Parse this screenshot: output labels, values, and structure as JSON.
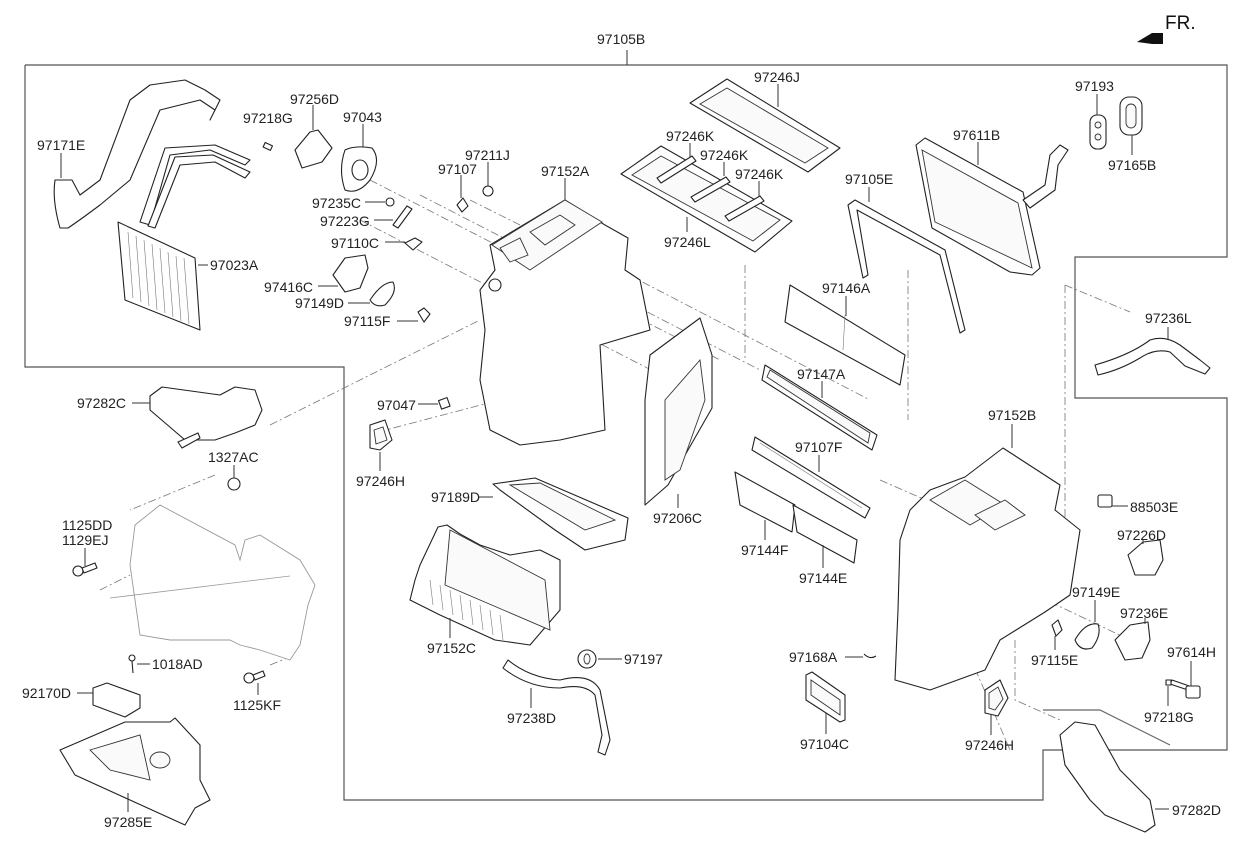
{
  "diagram": {
    "orientation_label": "FR.",
    "assembly_label": "97105B",
    "parts": {
      "p97171E": "97171E",
      "p97023A": "97023A",
      "p97218G_top": "97218G",
      "p97256D": "97256D",
      "p97043": "97043",
      "p97235C": "97235C",
      "p97223G": "97223G",
      "p97110C": "97110C",
      "p97416C": "97416C",
      "p97149D": "97149D",
      "p97115F": "97115F",
      "p97107": "97107",
      "p97211J": "97211J",
      "p97152A": "97152A",
      "p97246J": "97246J",
      "p97246K_1": "97246K",
      "p97246K_2": "97246K",
      "p97246K_3": "97246K",
      "p97246L": "97246L",
      "p97193": "97193",
      "p97165B": "97165B",
      "p97611B": "97611B",
      "p97105E": "97105E",
      "p97146A": "97146A",
      "p97147A": "97147A",
      "p97107F": "97107F",
      "p97144F": "97144F",
      "p97144E": "97144E",
      "p97236L": "97236L",
      "p97152B": "97152B",
      "p88503E": "88503E",
      "p97226D": "97226D",
      "p97149E": "97149E",
      "p97236E": "97236E",
      "p97115E": "97115E",
      "p97614H": "97614H",
      "p97218G_bottom": "97218G",
      "p97168A": "97168A",
      "p97104C": "97104C",
      "p97246H_right": "97246H",
      "p97282D": "97282D",
      "p97047": "97047",
      "p97246H_left": "97246H",
      "p97189D": "97189D",
      "p97206C": "97206C",
      "p97152C": "97152C",
      "p97197": "97197",
      "p97238D": "97238D",
      "p97282C": "97282C",
      "p1327AC": "1327AC",
      "p1125DD": "1125DD",
      "p1129EJ": "1129EJ",
      "p1018AD": "1018AD",
      "p92170D": "92170D",
      "p1125KF": "1125KF",
      "p97285E": "97285E"
    }
  }
}
